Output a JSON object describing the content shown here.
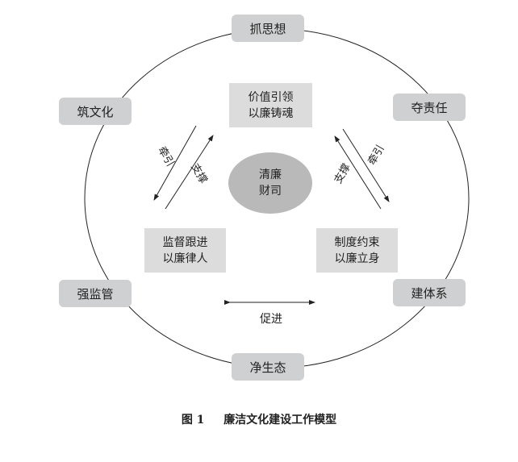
{
  "outer_nodes": {
    "top": "抓思想",
    "upper_left": "筑文化",
    "upper_right": "夺责任",
    "lower_left": "强监管",
    "lower_right": "建体系",
    "bottom": "净生态"
  },
  "inner_nodes": {
    "top": {
      "line1": "价值引领",
      "line2": "以廉铸魂"
    },
    "left": {
      "line1": "监督跟进",
      "line2": "以廉律人"
    },
    "right": {
      "line1": "制度约束",
      "line2": "以廉立身"
    }
  },
  "center": {
    "line1": "清廉",
    "line2": "财司"
  },
  "arrows": {
    "lead": "牵引",
    "support": "支撑",
    "promote": "促进"
  },
  "caption": {
    "number": "图 1",
    "title": "廉洁文化建设工作模型"
  }
}
